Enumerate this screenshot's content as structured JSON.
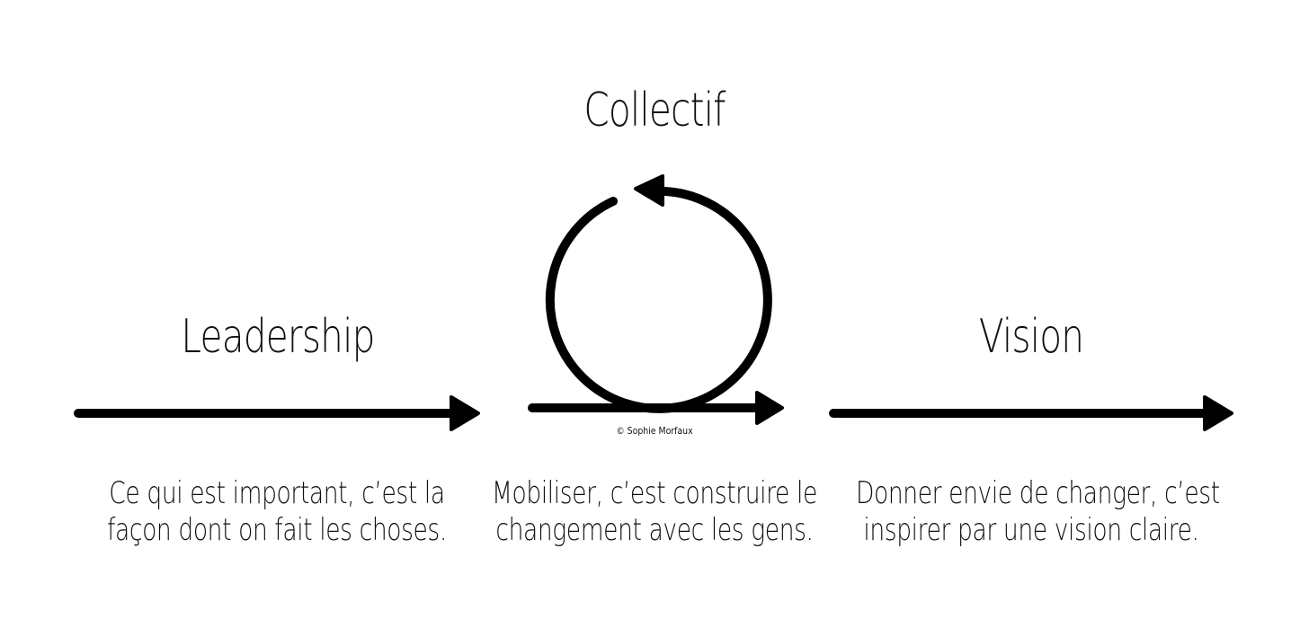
{
  "sections": {
    "leadership": {
      "title": "Leadership",
      "description_line1": "Ce qui est important, c’est la",
      "description_line2": "façon dont on fait les choses."
    },
    "collectif": {
      "title": "Collectif",
      "description_line1": "Mobiliser, c’est construire le",
      "description_line2": "changement avec les gens."
    },
    "vision": {
      "title": "Vision",
      "description_line1": "Donner envie de changer, c’est",
      "description_line2": "inspirer par une vision claire."
    }
  },
  "copyright": "© Sophie Morfaux",
  "colors": {
    "stroke": "#000000",
    "text": "#111111",
    "background": "#ffffff"
  },
  "icons": {
    "leadership_arrow": "right-arrow-icon",
    "collectif_cycle": "circular-arrow-icon",
    "vision_arrow": "right-arrow-icon"
  }
}
